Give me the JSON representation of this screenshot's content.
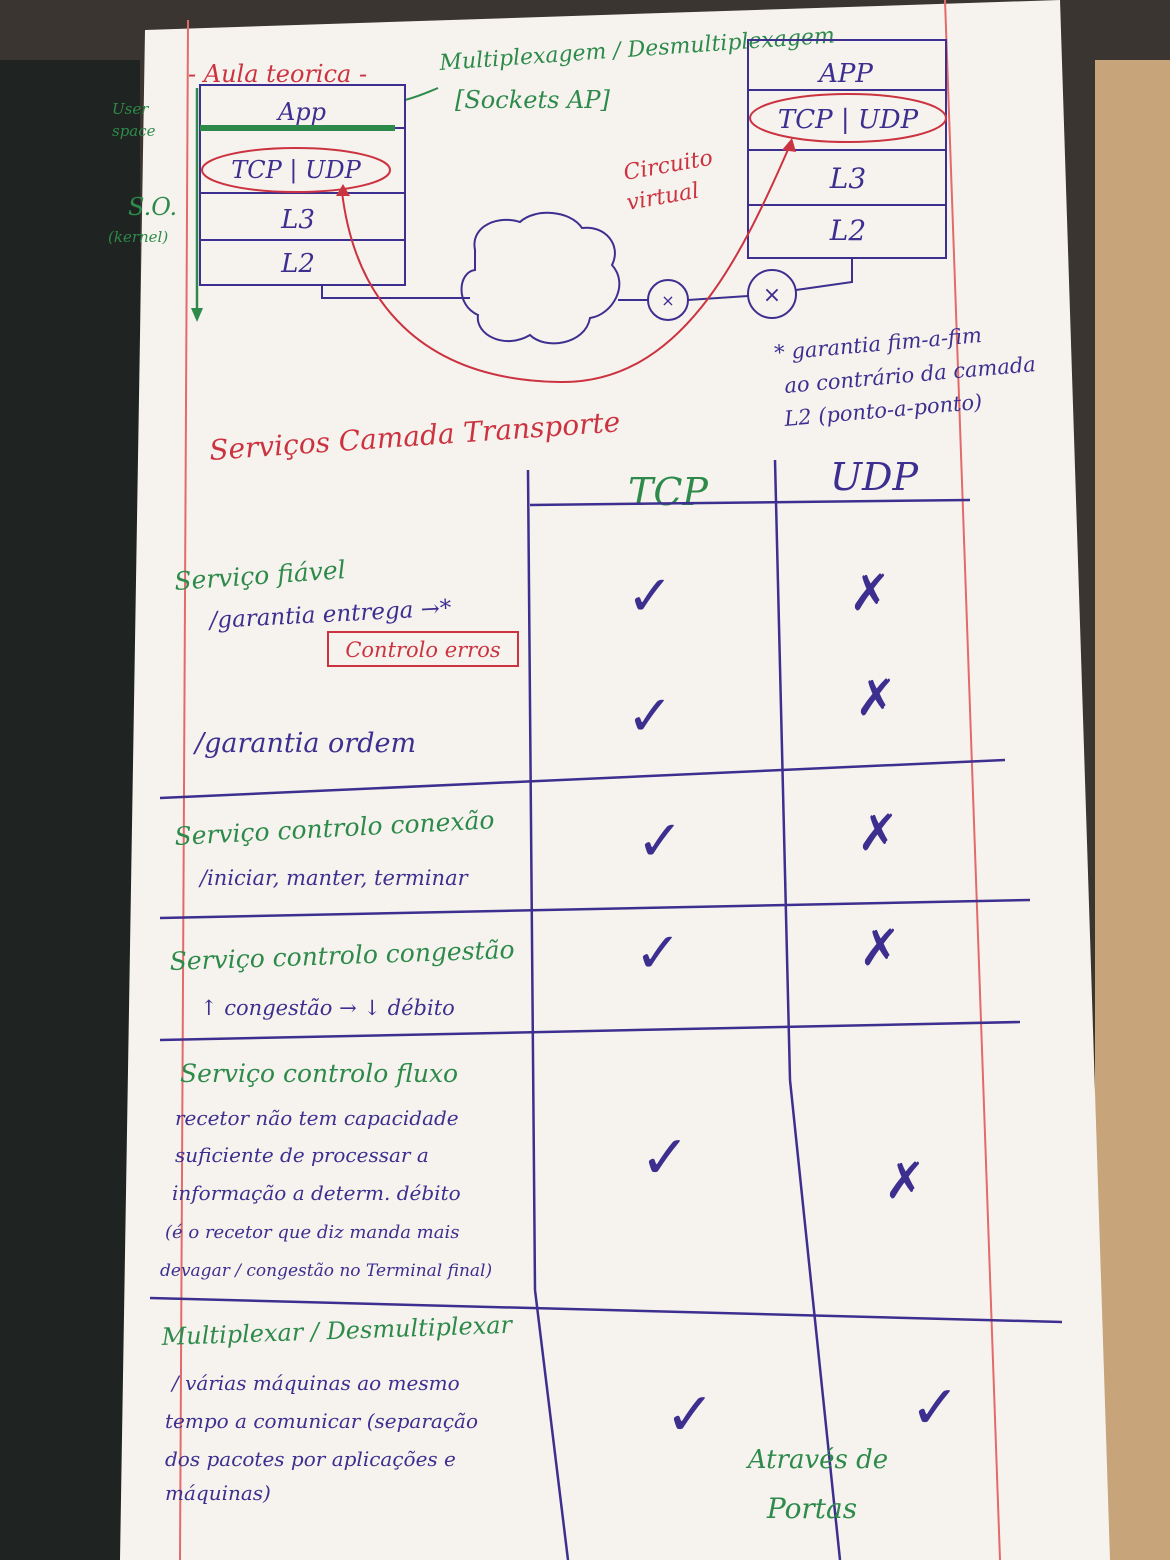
{
  "colors": {
    "red_ink": "#cc3340",
    "green_ink": "#2d8a4a",
    "blue_ink": "#3d2f8f",
    "paper": "#f6f3ee",
    "margin_line": "#e36a6a"
  },
  "diagram": {
    "title": "- Aula teorica -",
    "mux_note": {
      "line1": "Multiplexagem / Desmultiplexagem",
      "line2": "[Sockets AP]"
    },
    "user_space_label": {
      "line1": "User",
      "line2": "space"
    },
    "so_label": {
      "line1": "S.O.",
      "line2": "(kernel)"
    },
    "left_stack": [
      "App",
      "TCP | UDP",
      "L3",
      "L2"
    ],
    "right_stack": [
      "APP",
      "TCP | UDP",
      "L3",
      "L2"
    ],
    "virtual_circuit": {
      "line1": "Circuito",
      "line2": "virtual"
    },
    "end_to_end_note": {
      "line1": "* garantia fim-a-fim",
      "line2": "ao contrário da camada",
      "line3": "L2 (ponto-a-ponto)"
    }
  },
  "section_title": "Serviços Camada Transporte",
  "table": {
    "headers": [
      "TCP",
      "UDP"
    ],
    "rows": [
      {
        "lines": [
          {
            "text": "Serviço fiável",
            "color": "green"
          },
          {
            "text": "/garantia entrega →*",
            "color": "blue"
          },
          {
            "text": "Controlo erros",
            "color": "red",
            "boxed": true
          },
          {
            "text": "/garantia ordem",
            "color": "blue"
          }
        ],
        "tcp": "✓✓",
        "udp": "✗✗"
      },
      {
        "lines": [
          {
            "text": "Serviço controlo conexão",
            "color": "green"
          },
          {
            "text": "/iniciar, manter, terminar",
            "color": "blue"
          }
        ],
        "tcp": "✓",
        "udp": "✗"
      },
      {
        "lines": [
          {
            "text": "Serviço controlo congestão",
            "color": "green"
          },
          {
            "text": "↑ congestão → ↓ débito",
            "color": "blue"
          }
        ],
        "tcp": "✓",
        "udp": "✗"
      },
      {
        "lines": [
          {
            "text": "Serviço controlo fluxo",
            "color": "green"
          },
          {
            "text": "recetor não tem capacidade",
            "color": "blue"
          },
          {
            "text": "suficiente de processar a",
            "color": "blue"
          },
          {
            "text": "informação a determ. débito",
            "color": "blue"
          },
          {
            "text": "(é o recetor que diz manda mais",
            "color": "blue"
          },
          {
            "text": "devagar / congestão no Terminal final)",
            "color": "blue"
          }
        ],
        "tcp": "✓",
        "udp": "✗"
      },
      {
        "lines": [
          {
            "text": "Multiplexar / Desmultiplexar",
            "color": "green"
          },
          {
            "text": "/ várias máquinas ao mesmo",
            "color": "blue"
          },
          {
            "text": "tempo a comunicar (separação",
            "color": "blue"
          },
          {
            "text": "dos pacotes por aplicações e",
            "color": "blue"
          },
          {
            "text": "máquinas)",
            "color": "blue"
          }
        ],
        "tcp": "✓",
        "udp": "✓",
        "udp_note": {
          "line1": "Através de",
          "line2": "Portas"
        }
      }
    ]
  }
}
